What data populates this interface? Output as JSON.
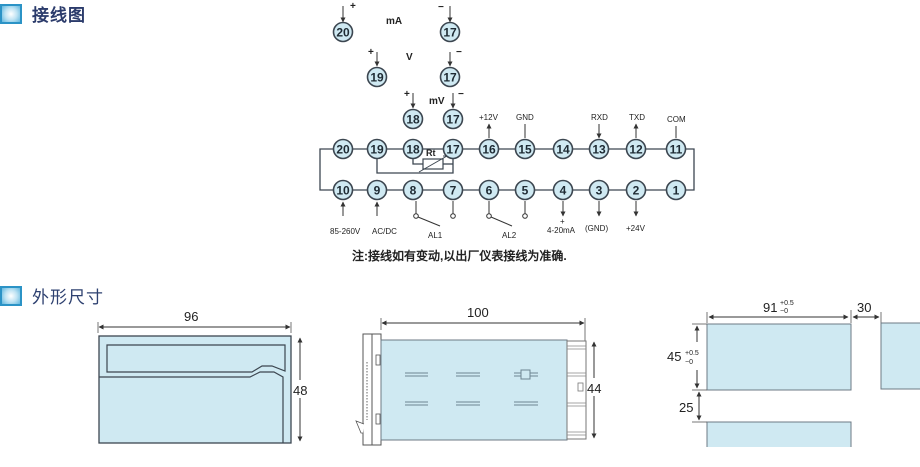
{
  "sections": {
    "wiring": {
      "title": "接线图"
    },
    "dimensions": {
      "title": "外形尺寸"
    }
  },
  "icons": {
    "section_marker": "square-gradient-icon"
  },
  "colors": {
    "fill": "#cfe9f2",
    "stroke": "#3c4650",
    "title": "#2b3b6b",
    "marker": "#35a2d3"
  },
  "wiring_diagram": {
    "input_modes": [
      {
        "label": "mA",
        "pos_terminal": "20",
        "neg_terminal": "17",
        "pos_sign": "+",
        "neg_sign": "−"
      },
      {
        "label": "V",
        "pos_terminal": "19",
        "neg_terminal": "17",
        "pos_sign": "+",
        "neg_sign": "−"
      },
      {
        "label": "mV",
        "pos_terminal": "18",
        "neg_terminal": "17",
        "pos_sign": "+",
        "neg_sign": "−"
      }
    ],
    "top_row": [
      "20",
      "19",
      "18",
      "17",
      "16",
      "15",
      "14",
      "13",
      "12",
      "11"
    ],
    "bottom_row": [
      "10",
      "9",
      "8",
      "7",
      "6",
      "5",
      "4",
      "3",
      "2",
      "1"
    ],
    "top_labels": {
      "16": "+12V",
      "15": "GND",
      "13": "RXD",
      "12": "TXD",
      "11": "COM"
    },
    "bottom_labels": {
      "power": "85-260V",
      "power_type": "AC/DC",
      "alarm1": "AL1",
      "alarm2": "AL2",
      "current": "4-20mA",
      "current_sign": "+",
      "ground": "(GND)",
      "supply": "+24V"
    },
    "rtd_label": "Rt",
    "note": "注:接线如有变动,以出厂仪表接线为准确."
  },
  "dimensions": {
    "front_view": {
      "width": "96",
      "height": "48"
    },
    "side_view": {
      "depth": "100",
      "height": "44"
    },
    "cutout": {
      "width": "91",
      "width_tol_plus": "+0.5",
      "width_tol_minus": "−0",
      "height": "45",
      "height_tol_plus": "+0.5",
      "height_tol_minus": "−0",
      "h_spacing": "30",
      "v_spacing": "25"
    }
  }
}
